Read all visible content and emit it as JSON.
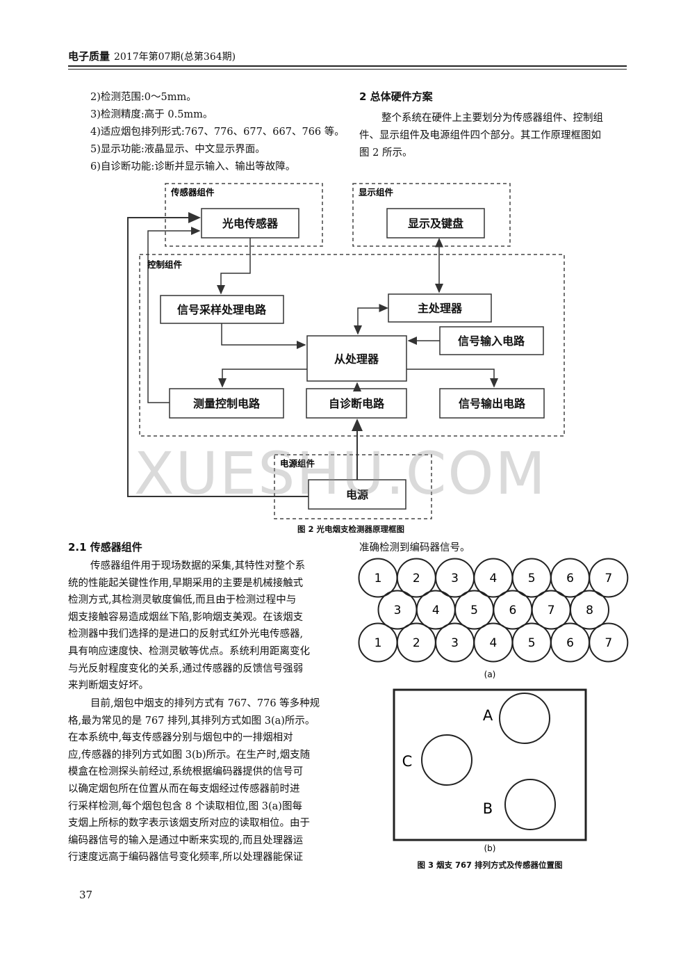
{
  "header": {
    "journal": "电子质量",
    "issue": "2017年第07期(总第364期)"
  },
  "left_top_items": [
    "2)检测范围:0～5mm。",
    "3)检测精度:高于 0.5mm。",
    "4)适应烟包排列形式:767、776、677、667、766 等。",
    "5)显示功能:液晶显示、中文显示界面。",
    "6)自诊断功能:诊断并显示输入、输出等故障。"
  ],
  "section2": {
    "title": "2 总体硬件方案",
    "lines": [
      "整个系统在硬件上主要划分为传感器组件、控制组",
      "件、显示组件及电源组件四个部分。其工作原理框图如",
      "图 2 所示。"
    ]
  },
  "fig2": {
    "group_sensor": "传感器组件",
    "group_display": "显示组件",
    "group_control": "控制组件",
    "group_power": "电源组件",
    "box_sensor": "光电传感器",
    "box_display": "显示及键盘",
    "box_sampling": "信号采样处理电路",
    "box_main": "主处理器",
    "box_input": "信号输入电路",
    "box_slave": "从处理器",
    "box_measure": "测量控制电路",
    "box_diag": "自诊断电路",
    "box_output": "信号输出电路",
    "box_power": "电源",
    "caption": "图 2 光电烟支检测器原理框图"
  },
  "watermark": "XUESHU.COM",
  "section21": {
    "title": "2.1 传感器组件",
    "para1": [
      "传感器组件用于现场数据的采集,其特性对整个系",
      "统的性能起关键性作用,早期采用的主要是机械接触式",
      "检测方式,其检测灵敏度偏低,而且由于检测过程中与",
      "烟支接触容易造成烟丝下陷,影响烟支美观。在该烟支",
      "检测器中我们选择的是进口的反射式红外光电传感器,",
      "具有响应速度快、检测灵敏等优点。系统利用距离变化",
      "与光反射程度变化的关系,通过传感器的反馈信号强弱",
      "来判断烟支好坏。"
    ],
    "para2": [
      "目前,烟包中烟支的排列方式有 767、776 等多种规",
      "格,最为常见的是 767 排列,其排列方式如图 3(a)所示。",
      "在本系统中,每支传感器分别与烟包中的一排烟相对",
      "应,传感器的排列方式如图 3(b)所示。在生产时,烟支随",
      "模盒在检测探头前经过,系统根据编码器提供的信号可",
      "以确定烟包所在位置从而在每支烟经过传感器前时进",
      "行采样检测,每个烟包包含 8 个读取相位,图 3(a)图每",
      "支烟上所标的数字表示该烟支所对应的读取相位。由于",
      "编码器信号的输入是通过中断来实现的,而且处理器运",
      "行速度远高于编码器信号变化频率,所以处理器能保证"
    ]
  },
  "right_cont": "准确检测到编码器信号。",
  "fig3": {
    "row1": [
      "1",
      "2",
      "3",
      "4",
      "5",
      "6",
      "7"
    ],
    "row2": [
      "3",
      "4",
      "5",
      "6",
      "7",
      "8"
    ],
    "row3": [
      "1",
      "2",
      "3",
      "4",
      "5",
      "6",
      "7"
    ],
    "label_a": "(a)",
    "sensor_a": "A",
    "sensor_b": "B",
    "sensor_c": "C",
    "label_b": "(b)",
    "caption": "图 3 烟支 767 排列方式及传感器位置图"
  },
  "page_number": "37"
}
